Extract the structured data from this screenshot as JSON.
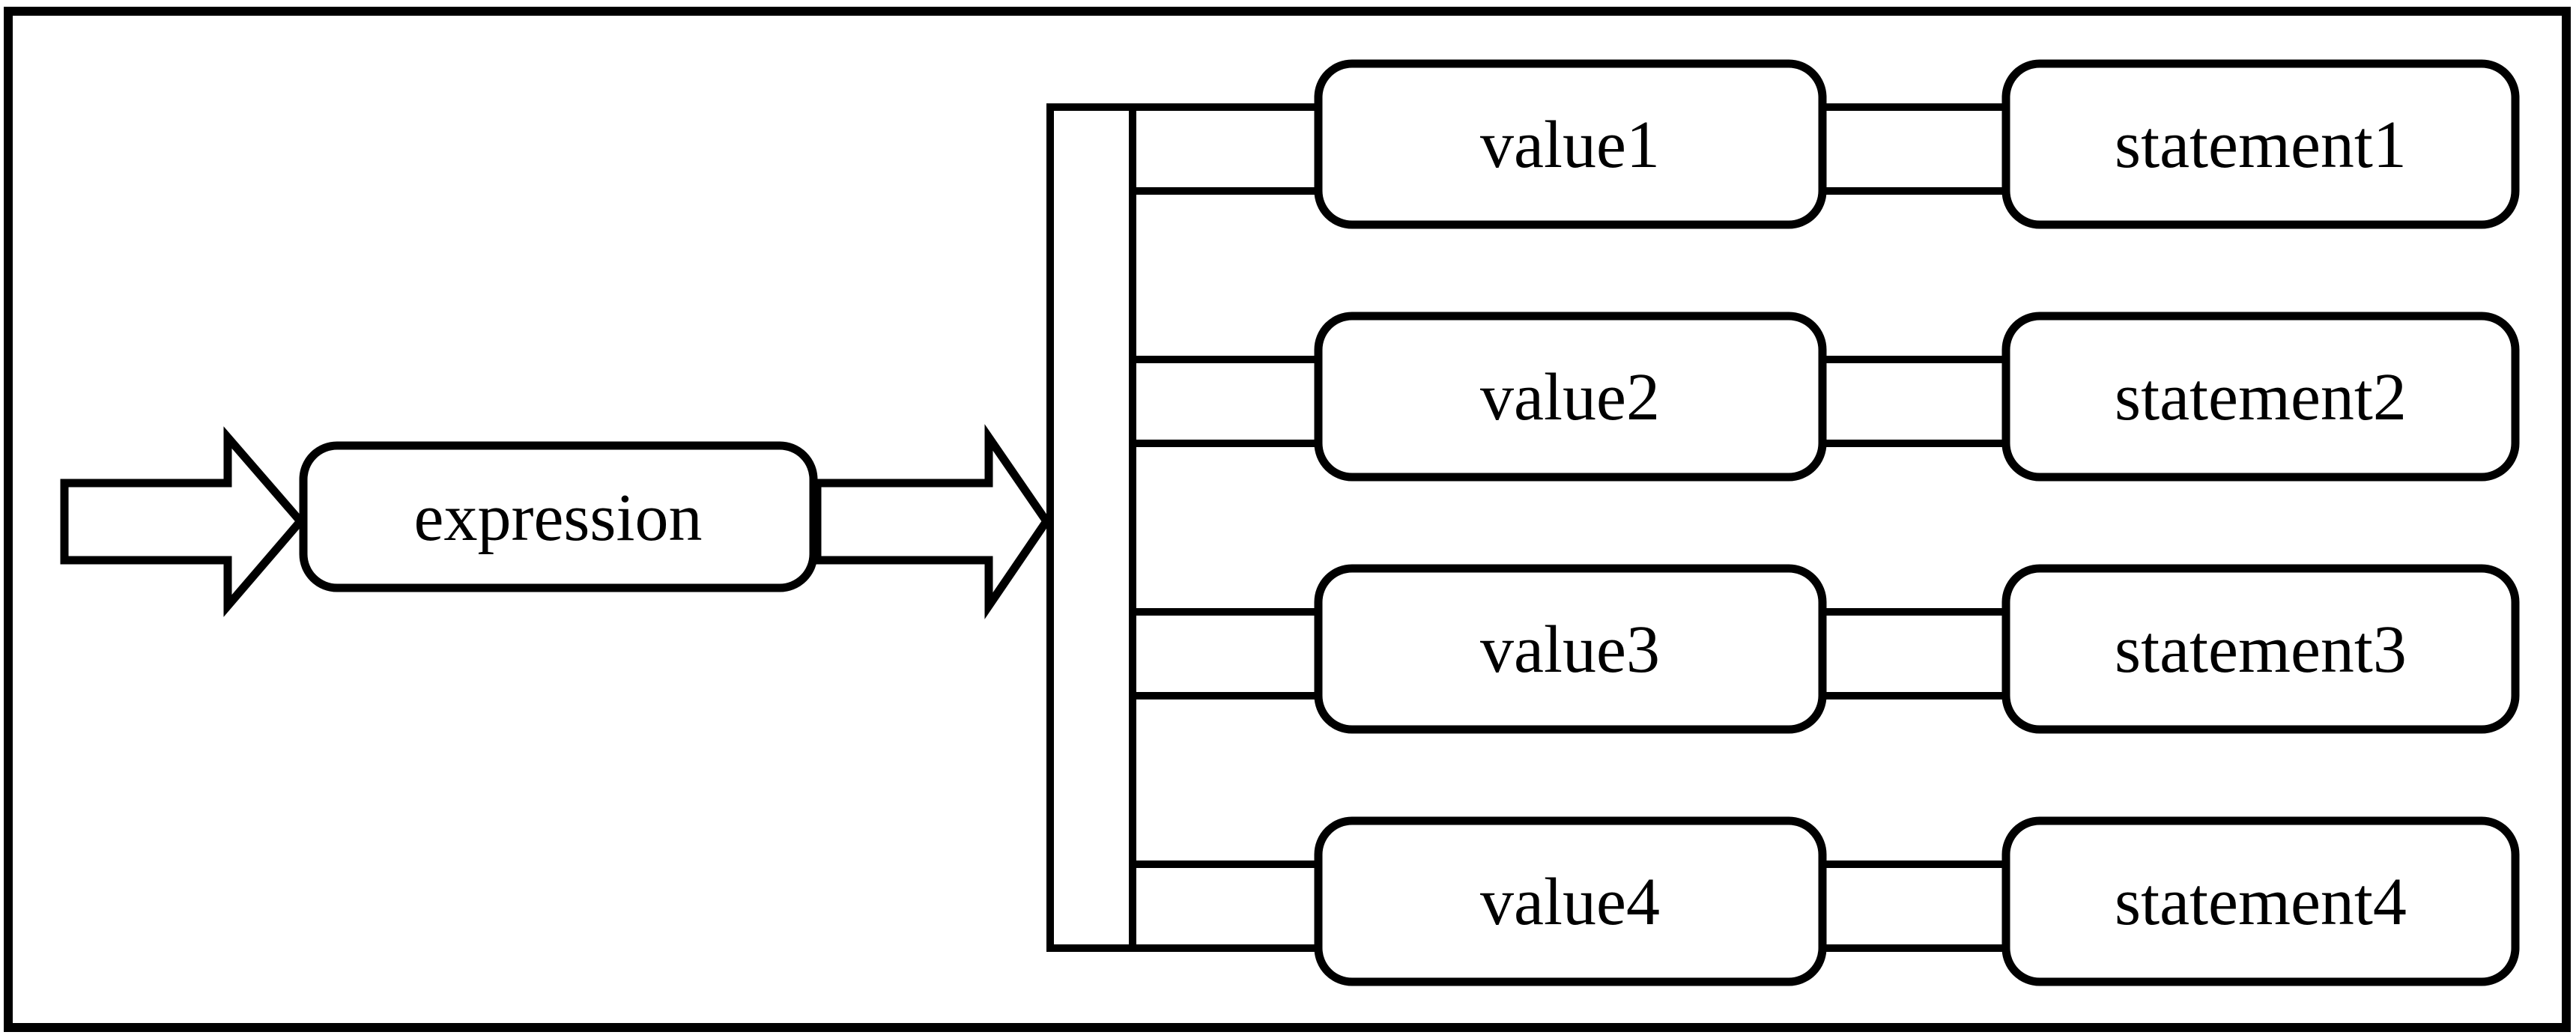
{
  "canvas": {
    "background_color": "#ffffff",
    "line_color": "#000000",
    "node_fill_color": "#ffffff"
  },
  "diagram": {
    "type": "switch-statement-flow",
    "expression": {
      "label": "expression"
    },
    "rows": [
      {
        "value_label": "value1",
        "statement_label": "statement1"
      },
      {
        "value_label": "value2",
        "statement_label": "statement2"
      },
      {
        "value_label": "value3",
        "statement_label": "statement3"
      },
      {
        "value_label": "value4",
        "statement_label": "statement4"
      }
    ]
  }
}
